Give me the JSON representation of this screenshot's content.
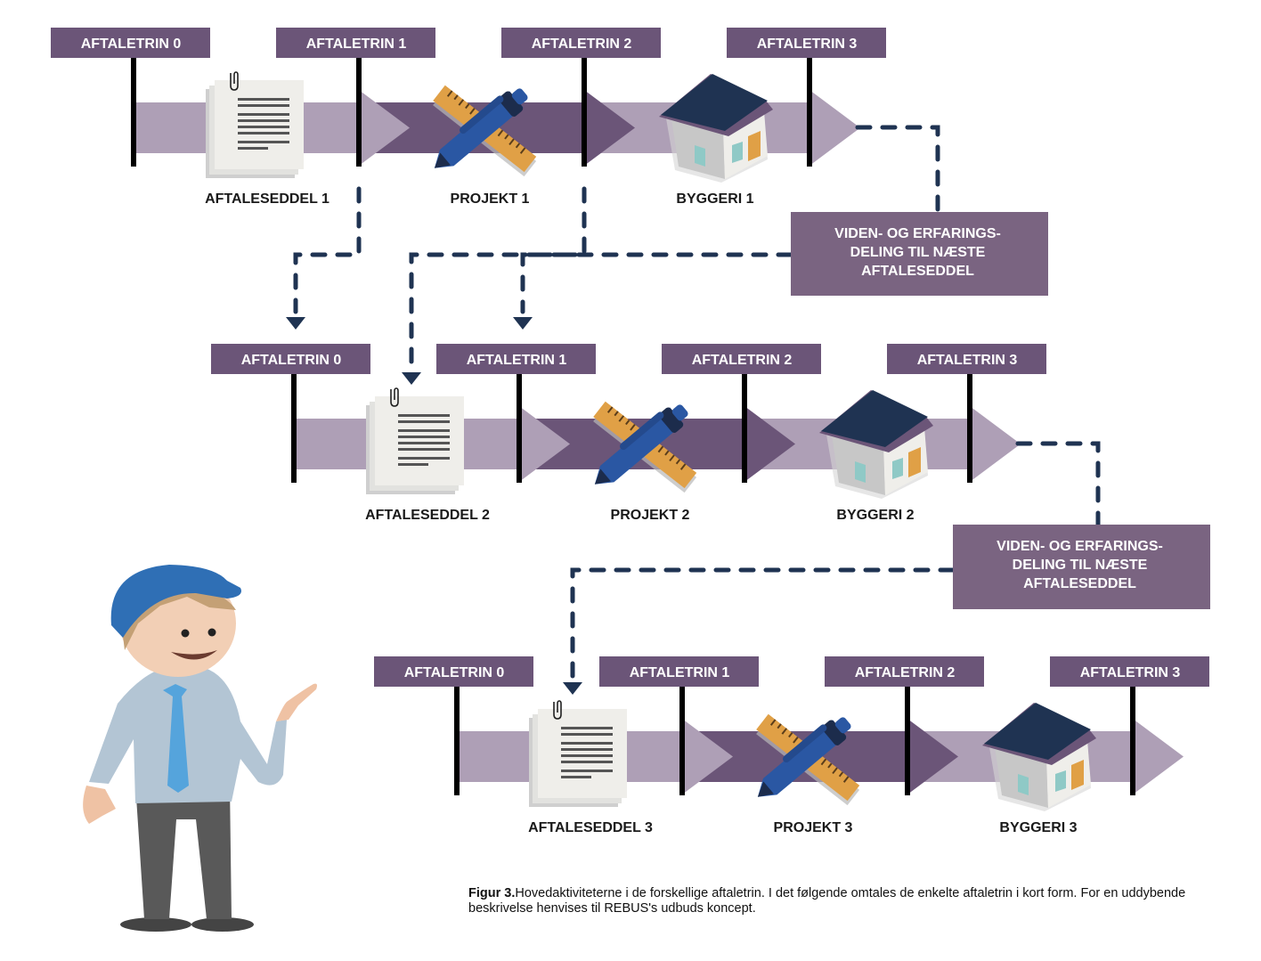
{
  "figure": {
    "colors": {
      "label_bg": "#6b5578",
      "knowledge_box_bg": "#7a6481",
      "band_light": "#ae9fb6",
      "band_dark": "#6b5578",
      "milestone_bar": "#000000",
      "connector": "#1f3352",
      "text_dark": "#1a1a1a",
      "text_light": "#ffffff"
    },
    "rows": [
      {
        "milestones": [
          "AFTALETRIN 0",
          "AFTALETRIN 1",
          "AFTALETRIN 2",
          "AFTALETRIN 3"
        ],
        "activities": [
          {
            "label": "AFTALESEDDEL 1",
            "icon": "document-icon"
          },
          {
            "label": "PROJEKT 1",
            "icon": "pen-ruler-icon"
          },
          {
            "label": "BYGGERI 1",
            "icon": "house-icon"
          }
        ]
      },
      {
        "milestones": [
          "AFTALETRIN 0",
          "AFTALETRIN 1",
          "AFTALETRIN 2",
          "AFTALETRIN 3"
        ],
        "activities": [
          {
            "label": "AFTALESEDDEL 2",
            "icon": "document-icon"
          },
          {
            "label": "PROJEKT 2",
            "icon": "pen-ruler-icon"
          },
          {
            "label": "BYGGERI 2",
            "icon": "house-icon"
          }
        ]
      },
      {
        "milestones": [
          "AFTALETRIN 0",
          "AFTALETRIN 1",
          "AFTALETRIN 2",
          "AFTALETRIN 3"
        ],
        "activities": [
          {
            "label": "AFTALESEDDEL 3",
            "icon": "document-icon"
          },
          {
            "label": "PROJEKT 3",
            "icon": "pen-ruler-icon"
          },
          {
            "label": "BYGGERI 3",
            "icon": "house-icon"
          }
        ]
      }
    ],
    "knowledge_boxes": [
      {
        "lines": [
          "VIDEN- OG ERFARINGS-",
          "DELING TIL NÆSTE",
          "AFTALESEDDEL"
        ]
      },
      {
        "lines": [
          "VIDEN- OG ERFARINGS-",
          "DELING TIL NÆSTE",
          "AFTALESEDDEL"
        ]
      }
    ],
    "character": "construction-worker-illustration",
    "caption": {
      "bold": "Figur 3.",
      "text": "Hovedaktiviteterne i de forskellige aftaletrin. I det følgende omtales de enkelte aftaletrin i kort form. For en uddybende beskrivelse henvises til REBUS's udbuds koncept."
    }
  }
}
